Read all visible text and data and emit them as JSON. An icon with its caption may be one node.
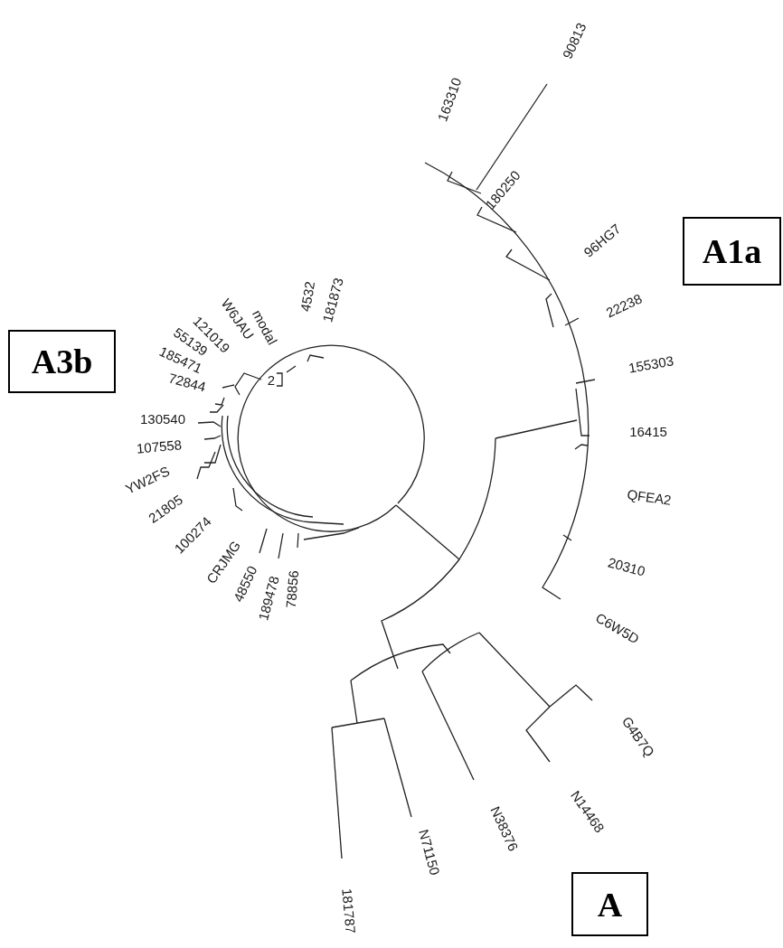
{
  "diagram": {
    "nodes": [
      {
        "text": [
          "A1a"
        ]
      },
      {
        "text": [
          "A3b"
        ]
      },
      {
        "text": [
          "A"
        ]
      }
    ],
    "labels": [
      "4532",
      "181873",
      "163310",
      "90813",
      "180250",
      "96HG7",
      "22238",
      "155303",
      "16415",
      "QFEA2",
      "20310",
      "C6W5D",
      "G4B7Q",
      "N14468",
      "N38376",
      "N71150",
      "181787",
      "78856",
      "189478",
      "48550",
      "CRJMG",
      "100274",
      "21805",
      "YW2FS",
      "107558",
      "130540",
      "72844",
      "185471",
      "55139",
      "121019",
      "W6JAU",
      "modal",
      "2"
    ]
  }
}
